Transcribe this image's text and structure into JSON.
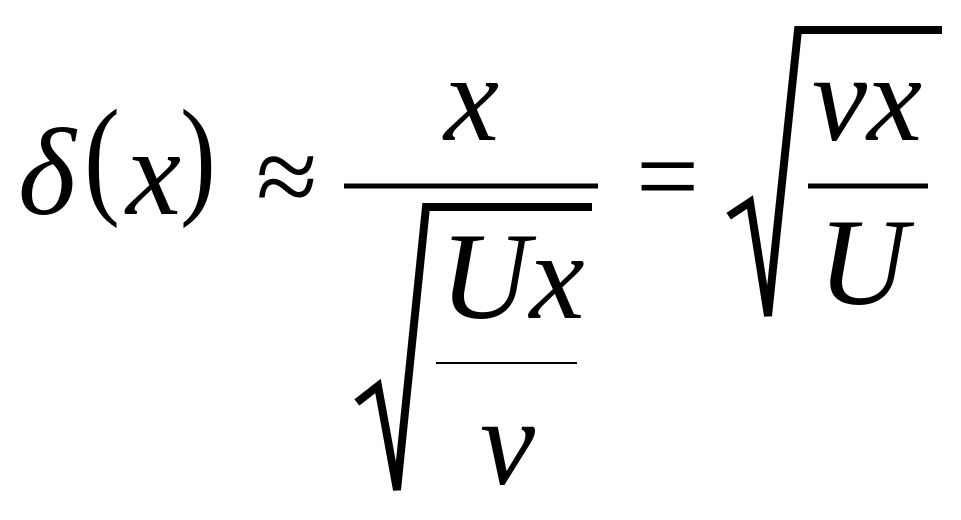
{
  "formula": {
    "lhs": {
      "symbol": "δ",
      "open_paren": "(",
      "argument": "x",
      "close_paren": ")"
    },
    "approx_sign": "≈",
    "first_fraction": {
      "numerator": "x",
      "denominator_root": {
        "numerator": "Ux",
        "denominator": "ν"
      }
    },
    "equals_sign": "=",
    "second_root": {
      "numerator": "νx",
      "denominator": "U"
    }
  },
  "colors": {
    "ink": "#000000",
    "background": "#ffffff"
  }
}
